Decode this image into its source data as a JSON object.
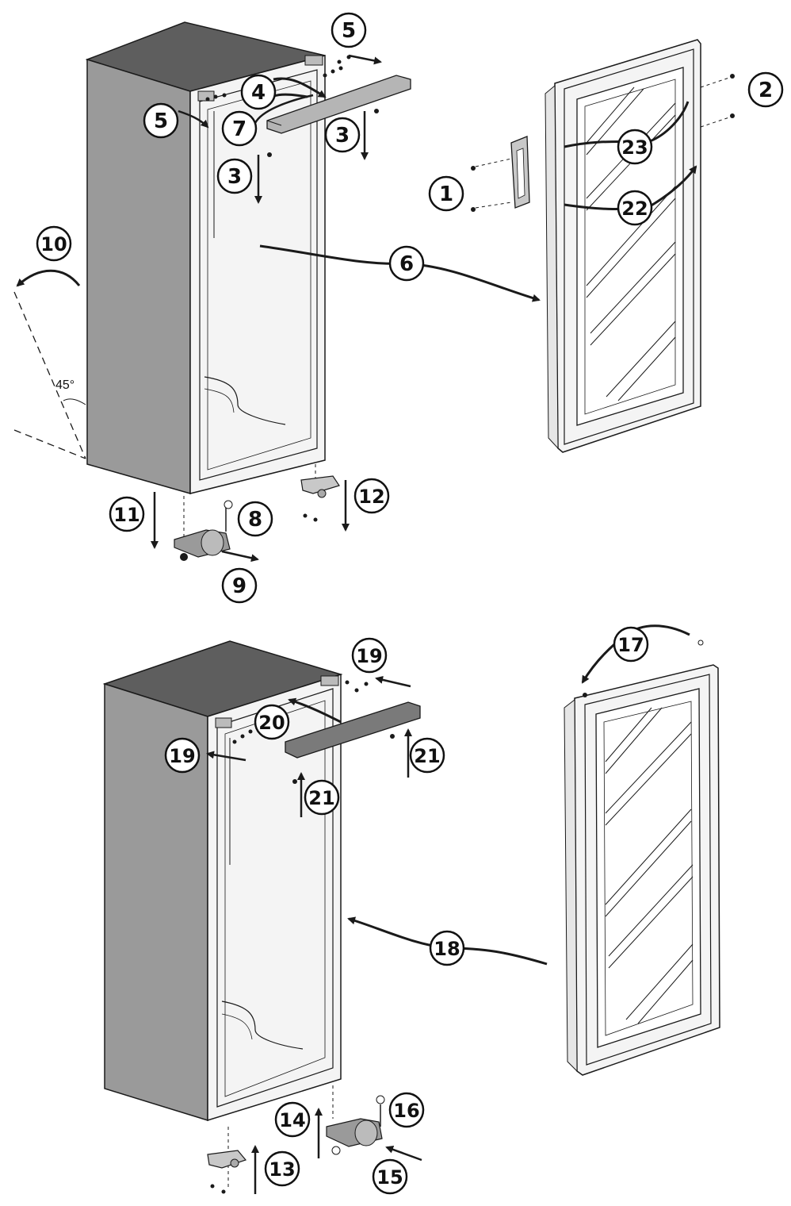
{
  "diagram": {
    "angle_label": "45°",
    "colors": {
      "cabinet_side": "#9a9a9a",
      "cabinet_top": "#5e5e5e",
      "frame": "#f4f4f4",
      "line": "#1a1a1a",
      "door_glass": "#ffffff"
    },
    "callouts": [
      {
        "id": "c1",
        "label": "1"
      },
      {
        "id": "c2",
        "label": "2"
      },
      {
        "id": "c3a",
        "label": "3"
      },
      {
        "id": "c3b",
        "label": "3"
      },
      {
        "id": "c4",
        "label": "4"
      },
      {
        "id": "c5a",
        "label": "5"
      },
      {
        "id": "c5b",
        "label": "5"
      },
      {
        "id": "c6",
        "label": "6"
      },
      {
        "id": "c7",
        "label": "7"
      },
      {
        "id": "c8",
        "label": "8"
      },
      {
        "id": "c9",
        "label": "9"
      },
      {
        "id": "c10",
        "label": "10"
      },
      {
        "id": "c11",
        "label": "11"
      },
      {
        "id": "c12",
        "label": "12"
      },
      {
        "id": "c13",
        "label": "13"
      },
      {
        "id": "c14",
        "label": "14"
      },
      {
        "id": "c15",
        "label": "15"
      },
      {
        "id": "c16",
        "label": "16"
      },
      {
        "id": "c17",
        "label": "17"
      },
      {
        "id": "c18",
        "label": "18"
      },
      {
        "id": "c19a",
        "label": "19"
      },
      {
        "id": "c19b",
        "label": "19"
      },
      {
        "id": "c20",
        "label": "20"
      },
      {
        "id": "c21a",
        "label": "21"
      },
      {
        "id": "c21b",
        "label": "21"
      },
      {
        "id": "c22",
        "label": "22"
      },
      {
        "id": "c23",
        "label": "23"
      }
    ]
  }
}
